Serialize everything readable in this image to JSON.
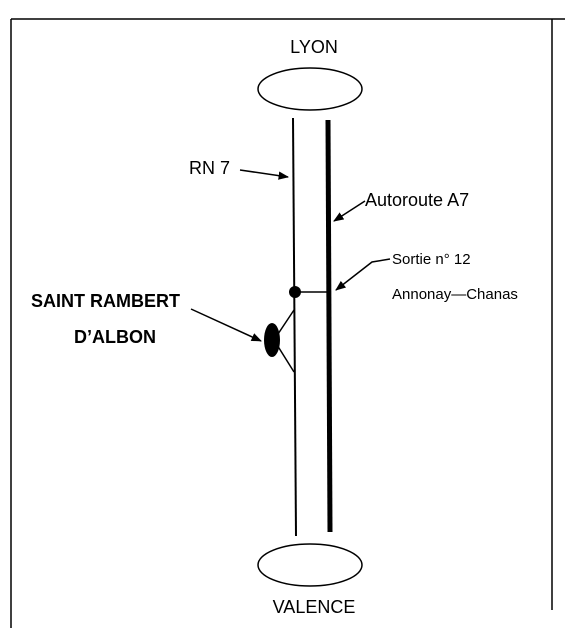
{
  "diagram": {
    "top_city": "LYON",
    "bottom_city": "VALENCE",
    "rn7_label": "RN 7",
    "autoroute_label": "Autoroute A7",
    "exit_label": "Sortie n° 12",
    "exit_destination": "Annonay—Chanas",
    "town_line1": "SAINT RAMBERT",
    "town_line2": "D’ALBON"
  }
}
